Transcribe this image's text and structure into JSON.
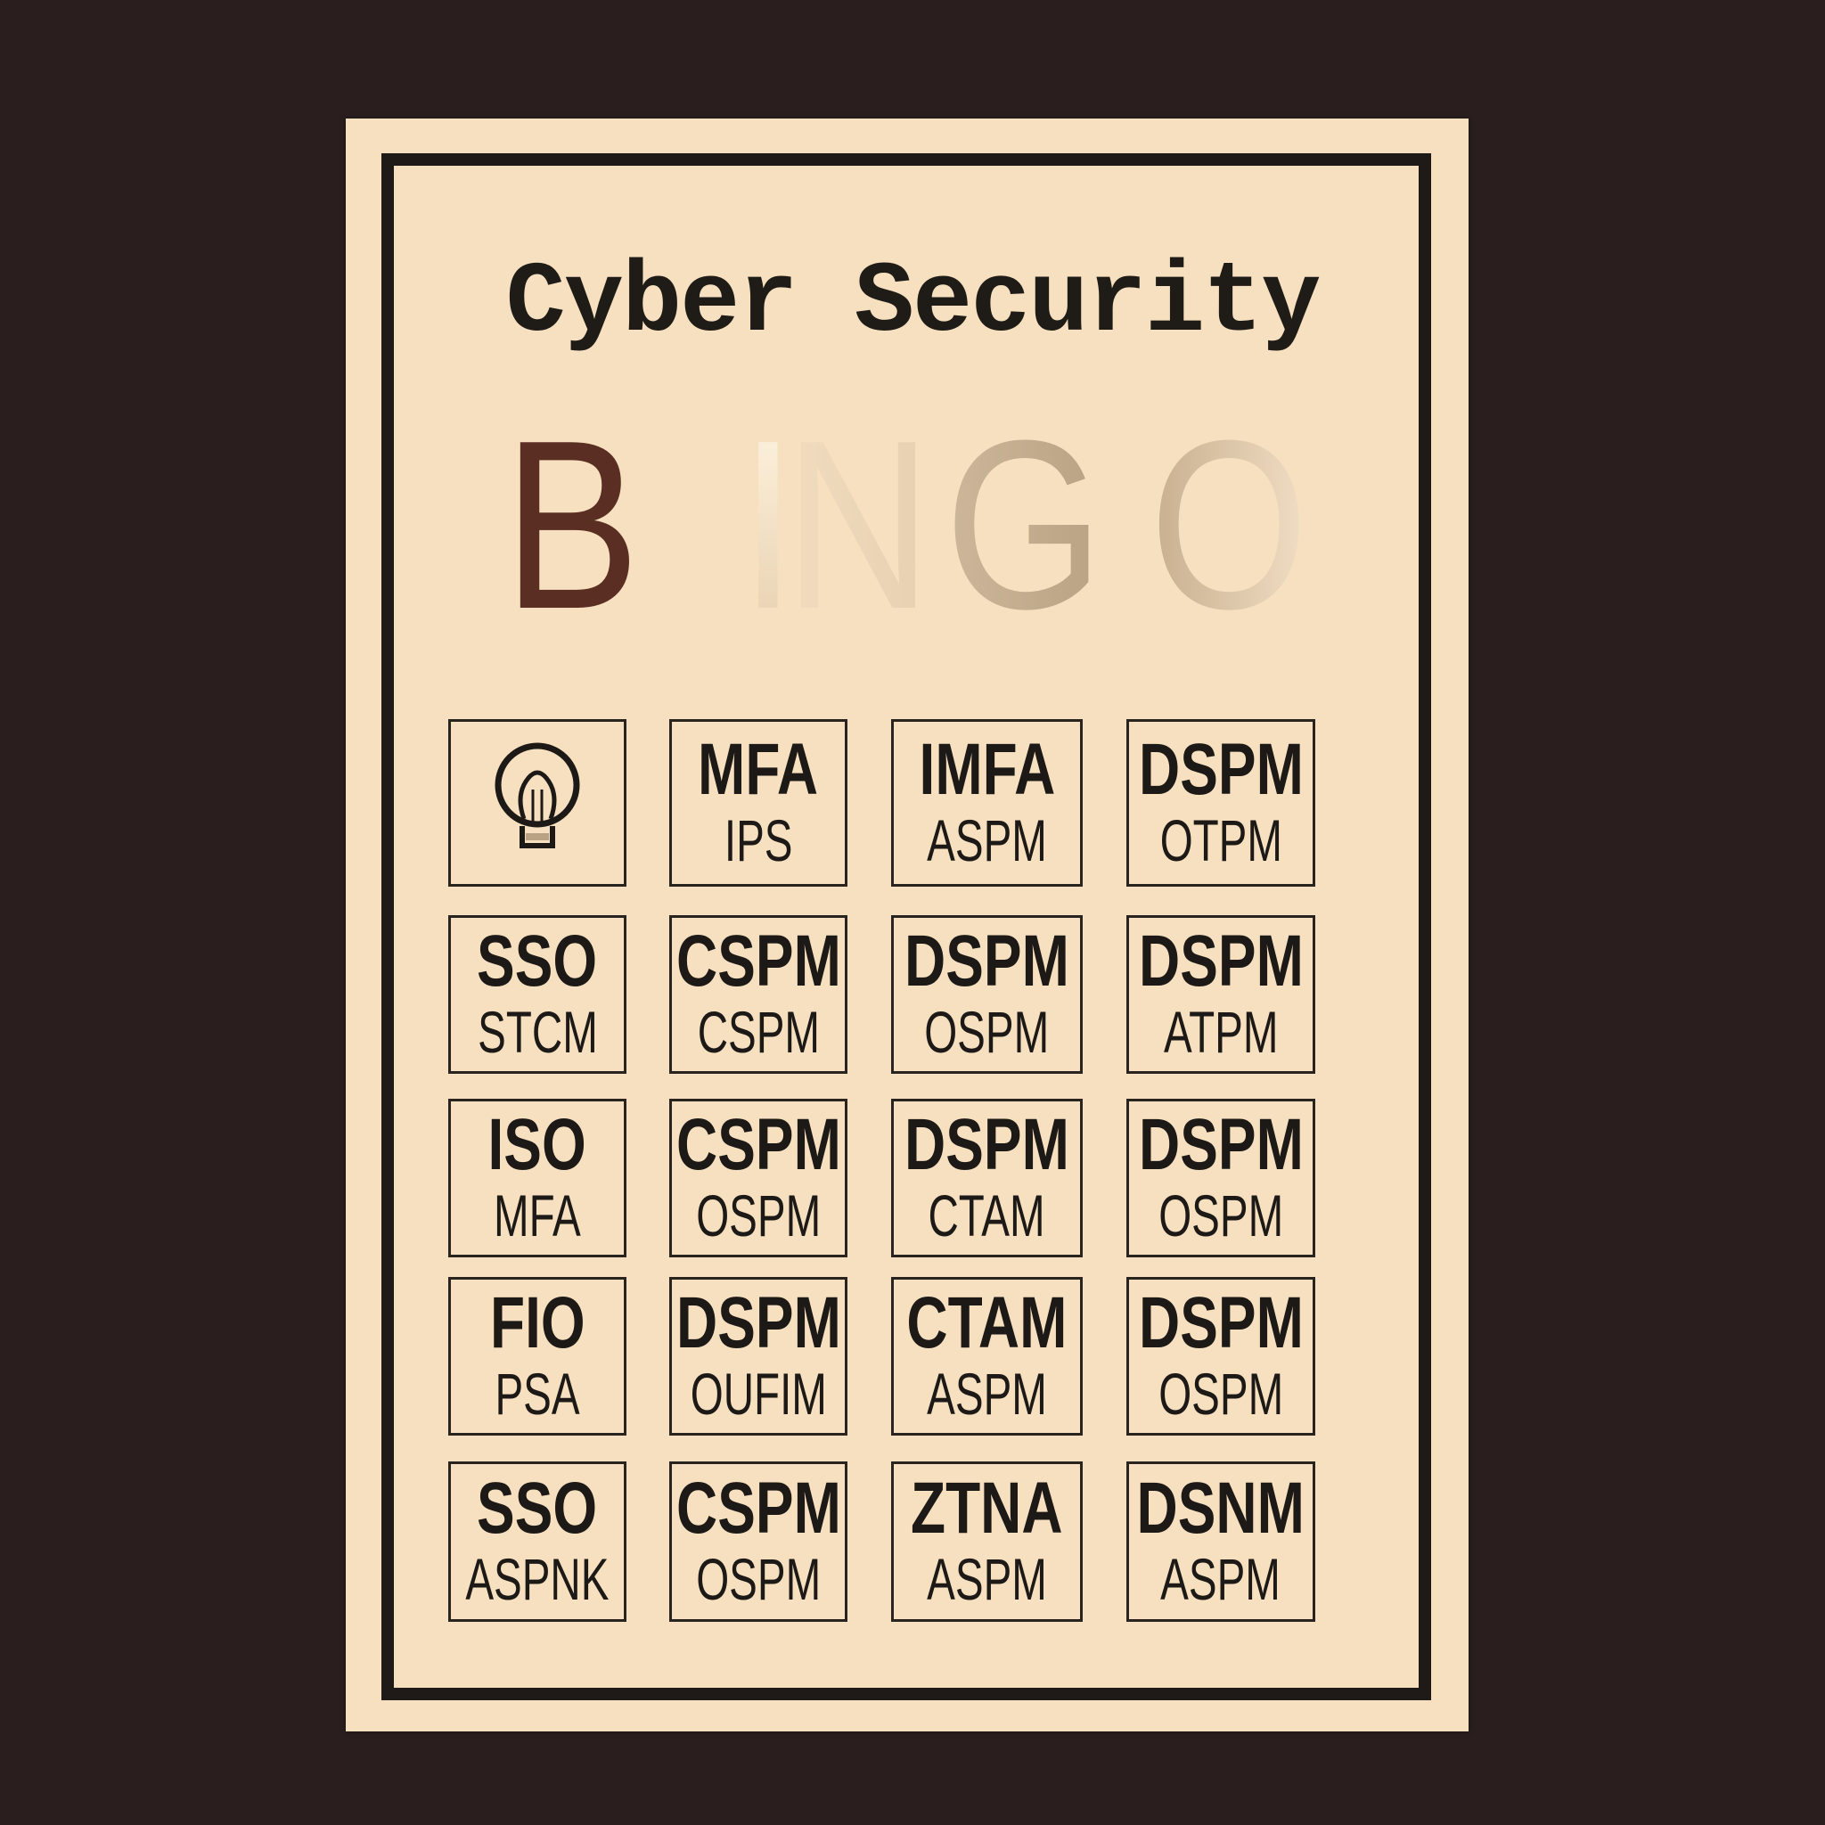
{
  "title": "Cyber Security",
  "bingo": [
    "B",
    "I",
    "N",
    "G",
    "O"
  ],
  "colors": {
    "background": "#2a1f1e",
    "card": "#f7e0bf",
    "text": "#1f1c18",
    "bingo_b": "#5a2e22"
  },
  "cells": [
    [
      {
        "icon": "lightbulb-icon"
      },
      {
        "line1": "MFA",
        "line2": "IPS"
      },
      {
        "line1": "IMFA",
        "line2": "ASPM"
      },
      {
        "line1": "DSPM",
        "line2": "OTPM"
      }
    ],
    [
      {
        "line1": "SSO",
        "line2": "STCM"
      },
      {
        "line1": "CSPM",
        "line2": "CSPM"
      },
      {
        "line1": "DSPM",
        "line2": "OSPM"
      },
      {
        "line1": "DSPM",
        "line2": "ATPM"
      }
    ],
    [
      {
        "line1": "ISO",
        "line2": "MFA"
      },
      {
        "line1": "CSPM",
        "line2": "OSPM"
      },
      {
        "line1": "DSPM",
        "line2": "CTAM"
      },
      {
        "line1": "DSPM",
        "line2": "OSPM"
      }
    ],
    [
      {
        "line1": "FIO",
        "line2": "PSA"
      },
      {
        "line1": "DSPM",
        "line2": "OUFIM"
      },
      {
        "line1": "CTAM",
        "line2": "ASPM"
      },
      {
        "line1": "DSPM",
        "line2": "OSPM"
      }
    ],
    [
      {
        "line1": "SSO",
        "line2": "ASPNK"
      },
      {
        "line1": "CSPM",
        "line2": "OSPM"
      },
      {
        "line1": "ZTNA",
        "line2": "ASPM"
      },
      {
        "line1": "DSNM",
        "line2": "ASPM"
      }
    ]
  ]
}
